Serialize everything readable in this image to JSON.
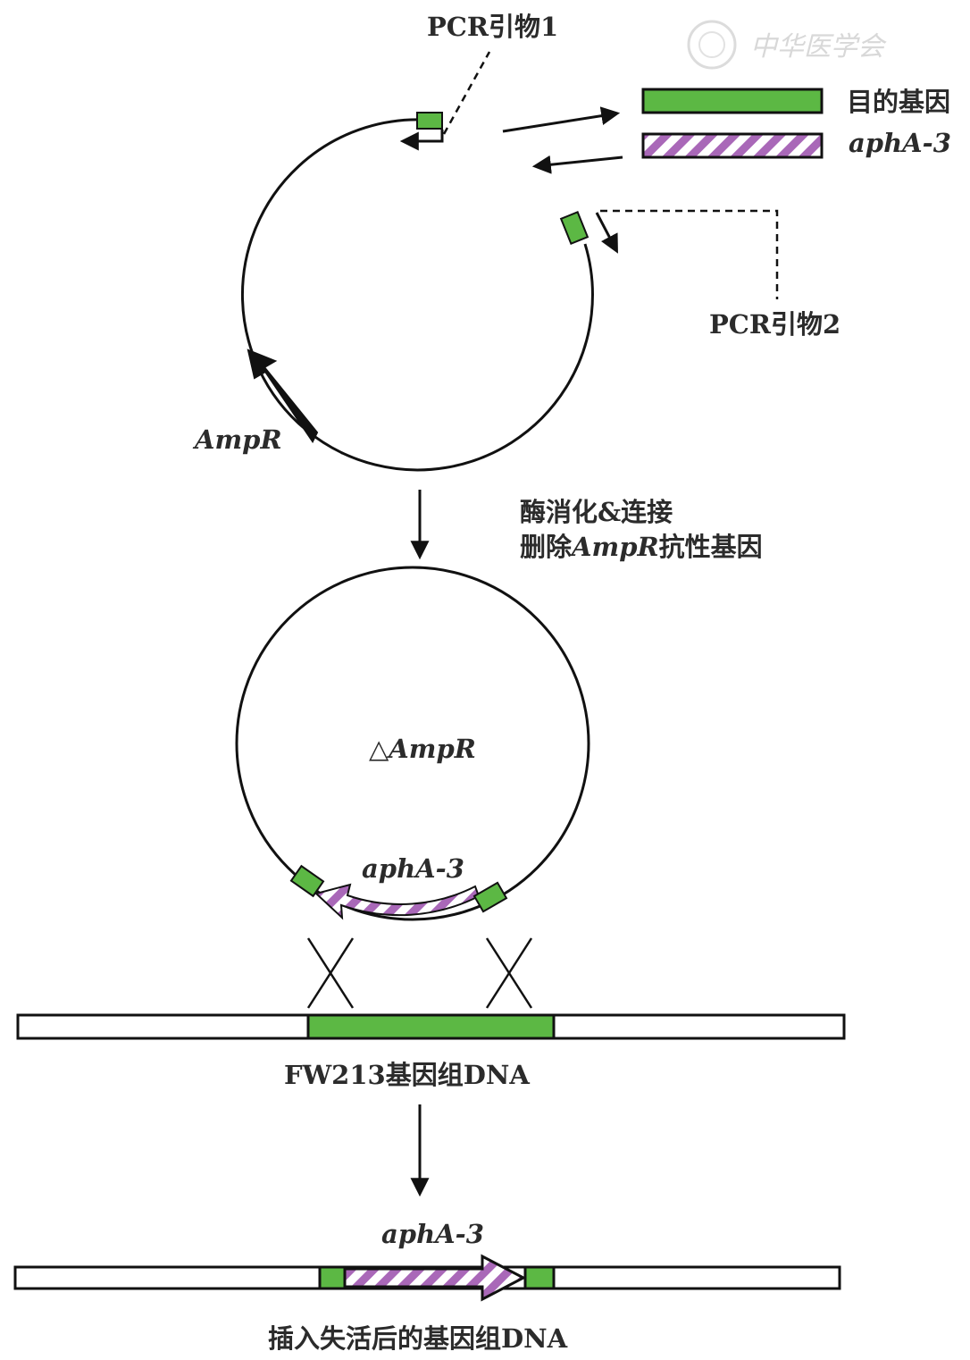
{
  "labels": {
    "primer1": "PCR引物1",
    "primer2": "PCR引物2",
    "target_gene": "目的基因",
    "apha3_legend": "aphA-3",
    "ampr": "AmpR",
    "step1_line1": "酶消化&连接",
    "step1_line2_a": "删除",
    "step1_line2_b": "AmpR",
    "step1_line2_c": "抗性基因",
    "delta_ampr": "△AmpR",
    "apha3_plasmid": "aphA-3",
    "genome": "FW213基因组DNA",
    "apha3_final": "aphA-3",
    "final_genome": "插入失活后的基因组DNA",
    "watermark": "中华医学会"
  },
  "colors": {
    "green": "#5cb844",
    "purple": "#a968b8",
    "line": "#111111"
  }
}
